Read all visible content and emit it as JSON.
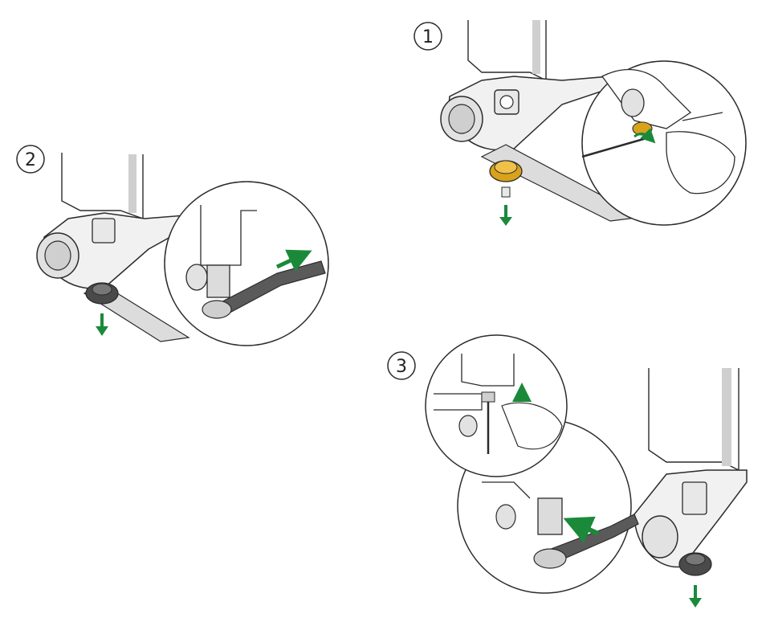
{
  "steps": [
    {
      "number": "1",
      "label": "step-1"
    },
    {
      "number": "2",
      "label": "step-2"
    },
    {
      "number": "3",
      "label": "step-3"
    }
  ],
  "colors": {
    "line": "#2b2b2b",
    "fork_fill": "#f1f1f1",
    "fork_shadow": "#cfcfcf",
    "arrow_green": "#1a8a3a",
    "knob_gold": "#d9a21b",
    "nut_dark": "#4a4a4a",
    "tool_dark": "#5a5a5a",
    "skin": "#ffffff"
  },
  "icons": {
    "removal_arrow": "arrow-down-icon",
    "turn_arrow": "arrow-curved-icon"
  }
}
